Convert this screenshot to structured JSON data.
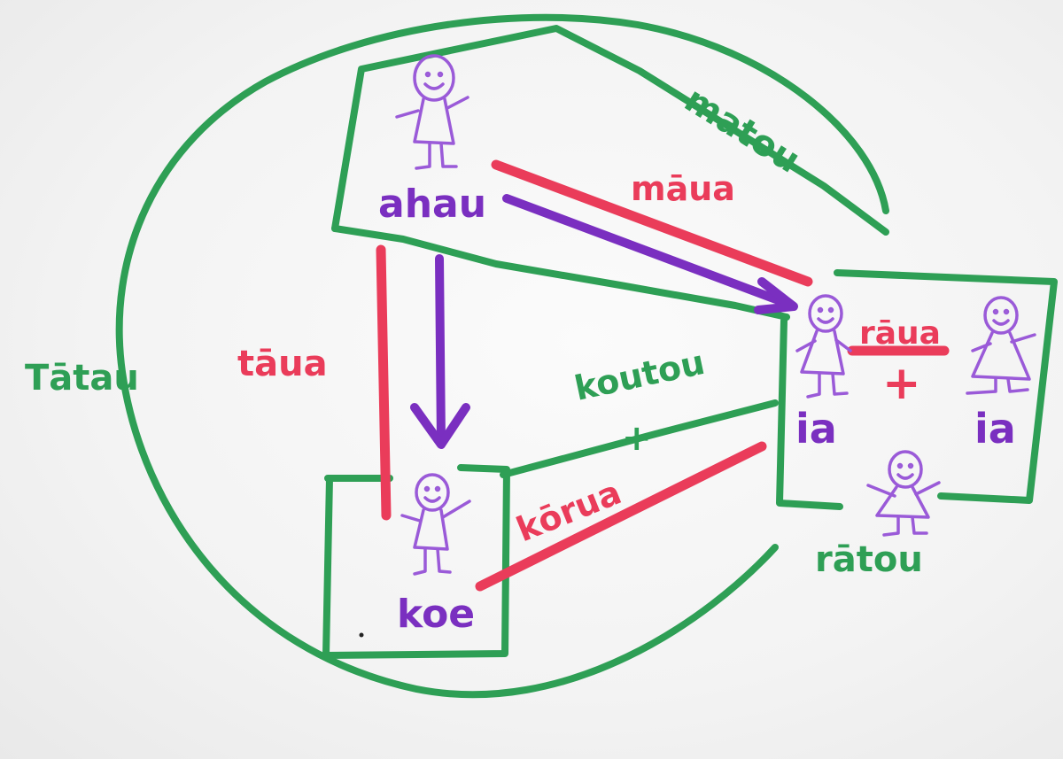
{
  "labels": {
    "ahau": "ahau",
    "koe": "koe",
    "ia_left": "ia",
    "ia_right": "ia",
    "maatou": "matou",
    "maaua": "māua",
    "taaua": "tāua",
    "taatou": "Tātau",
    "koutou": "koutou",
    "koutou_mark": "+",
    "raaua": "rāua",
    "raaua_mark": "+",
    "koorua": "kōrua",
    "raatou": "rātou"
  },
  "colors": {
    "green": "#2e9f55",
    "red": "#ea3c5a",
    "purple": "#7a2fc0",
    "figure": "#9a5ad8"
  },
  "figures": [
    "person",
    "person",
    "person",
    "person",
    "person"
  ]
}
